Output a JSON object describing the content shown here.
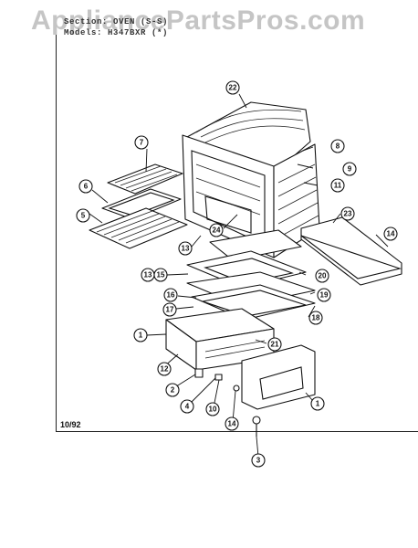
{
  "watermark": "AppliancePartsPros.com",
  "header": {
    "section_line": "Section: OVEN (S-S)",
    "models_line": "Models: H347BXR (*)"
  },
  "footer": {
    "date": "10/92"
  },
  "callouts": {
    "c22": "22",
    "c7": "7",
    "c8": "8",
    "c9": "9",
    "c11": "11",
    "c6": "6",
    "c5": "5",
    "c23": "23",
    "c14a": "14",
    "c24": "24",
    "c13a": "13",
    "c13b": "13",
    "c15": "15",
    "c20": "20",
    "c19": "19",
    "c16": "16",
    "c17": "17",
    "c18": "18",
    "c1a": "1",
    "c21": "21",
    "c12": "12",
    "c2": "2",
    "c4": "4",
    "c10": "10",
    "c14b": "14",
    "c1b": "1",
    "c3": "3"
  }
}
